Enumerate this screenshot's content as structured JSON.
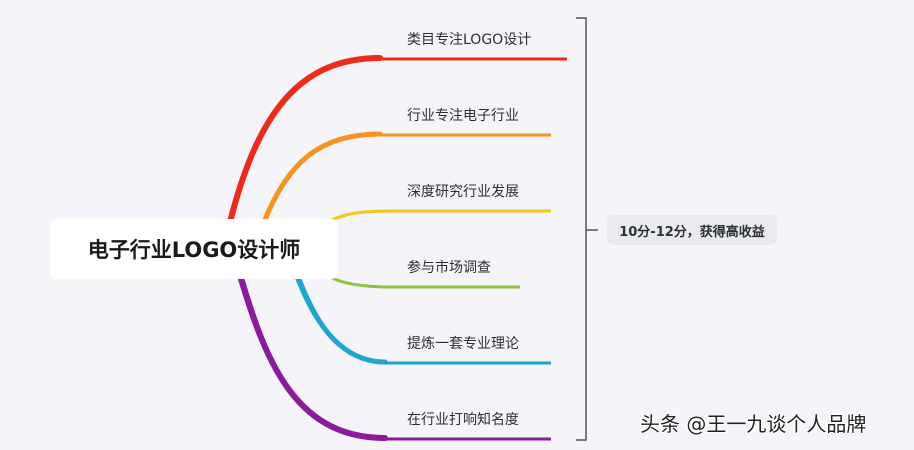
{
  "root": {
    "label": "电子行业LOGO设计师"
  },
  "branches": [
    {
      "label": "类目专注LOGO设计",
      "color": "#ee2a1b"
    },
    {
      "label": "行业专注电子行业",
      "color": "#f7941d"
    },
    {
      "label": "深度研究行业发展",
      "color": "#f5c518"
    },
    {
      "label": "参与市场调查",
      "color": "#8cc63f"
    },
    {
      "label": "提炼一套专业理论",
      "color": "#1aa6d0"
    },
    {
      "label": "在行业打响知名度",
      "color": "#8b1a9c"
    }
  ],
  "summary": {
    "label": "10分-12分，获得高收益"
  },
  "watermark": {
    "text": "头条 @王一九谈个人品牌"
  },
  "colors": {
    "background": "#f4f4f9",
    "bracket": "#555555"
  }
}
